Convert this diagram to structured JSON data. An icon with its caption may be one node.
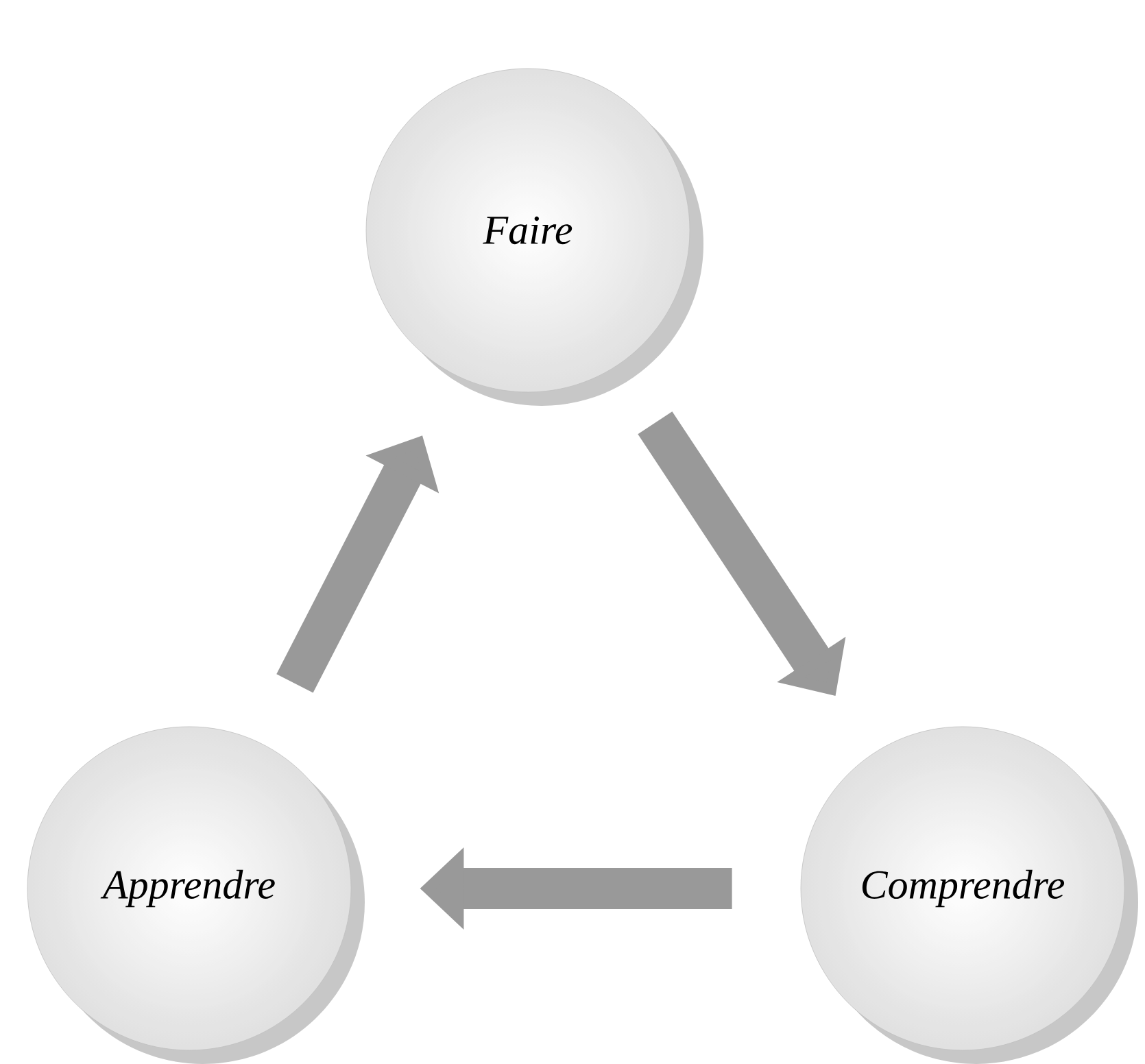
{
  "diagram": {
    "nodes": [
      {
        "text": [
          "Faire"
        ]
      },
      {
        "text": [
          "Comprendre"
        ]
      },
      {
        "text": [
          "Apprendre"
        ]
      }
    ],
    "edges": [
      {
        "from": 0,
        "to": 1,
        "arrow": "to"
      },
      {
        "from": 1,
        "to": 2,
        "arrow": "to"
      },
      {
        "from": 2,
        "to": 0,
        "arrow": "to"
      }
    ]
  }
}
